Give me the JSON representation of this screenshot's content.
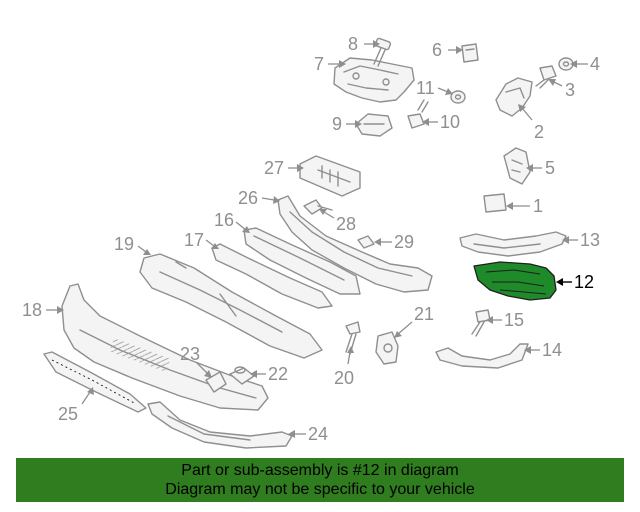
{
  "callouts": {
    "c1": "1",
    "c2": "2",
    "c3": "3",
    "c4": "4",
    "c5": "5",
    "c6": "6",
    "c7": "7",
    "c8": "8",
    "c9": "9",
    "c10": "10",
    "c11": "11",
    "c12": "12",
    "c13": "13",
    "c14": "14",
    "c15": "15",
    "c16": "16",
    "c17": "17",
    "c18": "18",
    "c19": "19",
    "c20": "20",
    "c21": "21",
    "c22": "22",
    "c23": "23",
    "c24": "24",
    "c25": "25",
    "c26": "26",
    "c27": "27",
    "c28": "28",
    "c29": "29"
  },
  "highlighted_part": "12",
  "colors": {
    "highlight": "#1f8a2a",
    "banner": "#2f7d1f",
    "line": "#8f8f8f"
  },
  "banner": {
    "line1": "Part or sub-assembly is #12 in diagram",
    "line2": "Diagram may not be specific to your vehicle"
  }
}
